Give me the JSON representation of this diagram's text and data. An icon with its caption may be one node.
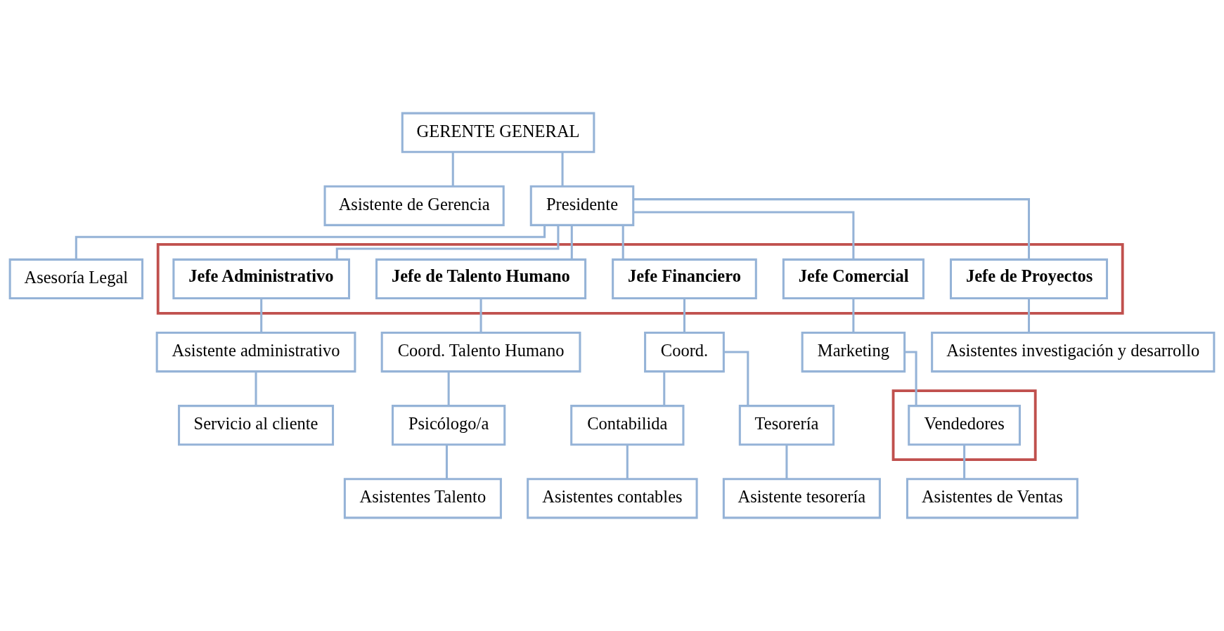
{
  "diagram": {
    "nodes": [
      {
        "text": [
          "GERENTE GENERAL"
        ]
      },
      {
        "text": [
          "Asistente de Gerencia"
        ]
      },
      {
        "text": [
          "Presidente"
        ]
      },
      {
        "text": [
          "Asesoría Legal"
        ]
      },
      {
        "text": [],
        "shape": "box"
      },
      {
        "text": [
          "Jefe Administrativo"
        ],
        "in": 4
      },
      {
        "text": [
          "Jefe de Talento Humano"
        ],
        "in": 4
      },
      {
        "text": [
          "Jefe Financiero"
        ],
        "in": 4
      },
      {
        "text": [
          "Jefe Comercial"
        ],
        "in": 4
      },
      {
        "text": [
          "Jefe de Proyectos"
        ],
        "in": 4
      },
      {
        "text": [
          "Asistente administrativo"
        ]
      },
      {
        "text": [
          "Coord. Talento Humano"
        ]
      },
      {
        "text": [
          "Coord."
        ]
      },
      {
        "text": [
          "Marketing"
        ]
      },
      {
        "text": [],
        "shape": "box"
      },
      {
        "text": [
          "Vendedores"
        ],
        "in": 14
      },
      {
        "text": [
          "Asistentes investigación y desarrollo"
        ]
      },
      {
        "text": [
          "Servicio al cliente"
        ]
      },
      {
        "text": [
          "Psicólogo/a"
        ]
      },
      {
        "text": [
          "Contabilida"
        ]
      },
      {
        "text": [
          "Tesorería"
        ]
      },
      {
        "text": [
          "Asistentes Talento"
        ]
      },
      {
        "text": [
          "Asistentes contables"
        ]
      },
      {
        "text": [
          "Asistente tesorería"
        ]
      },
      {
        "text": [
          "Asistentes de Ventas"
        ]
      }
    ],
    "edges": [
      {
        "from": 0,
        "to": 2,
        "arrow": "none"
      },
      {
        "from": 0,
        "to": 1,
        "arrow": "none"
      },
      {
        "from": 2,
        "to": 3,
        "arrow": "none"
      },
      {
        "from": 2,
        "to": 5,
        "arrow": "none"
      },
      {
        "from": 2,
        "to": 6,
        "arrow": "none"
      },
      {
        "from": 2,
        "to": 7,
        "arrow": "none"
      },
      {
        "from": 2,
        "to": 8,
        "arrow": "none"
      },
      {
        "from": 2,
        "to": 9,
        "arrow": "none"
      },
      {
        "from": 5,
        "to": 10,
        "arrow": "none"
      },
      {
        "from": 10,
        "to": 17,
        "arrow": "none"
      },
      {
        "from": 6,
        "to": 11,
        "arrow": "none"
      },
      {
        "from": 11,
        "to": 18,
        "arrow": "none"
      },
      {
        "from": 18,
        "to": 21,
        "arrow": "none"
      },
      {
        "from": 7,
        "to": 12,
        "arrow": "none"
      },
      {
        "from": 12,
        "to": 19,
        "arrow": "none"
      },
      {
        "from": 12,
        "to": 20,
        "arrow": "none"
      },
      {
        "from": 19,
        "to": 22,
        "arrow": "none"
      },
      {
        "from": 20,
        "to": 23,
        "arrow": "none"
      },
      {
        "from": 8,
        "to": 13,
        "arrow": "none"
      },
      {
        "from": 13,
        "to": 15,
        "arrow": "none"
      },
      {
        "from": 15,
        "to": 24,
        "arrow": "none"
      },
      {
        "from": 9,
        "to": 16,
        "arrow": "none"
      }
    ]
  }
}
